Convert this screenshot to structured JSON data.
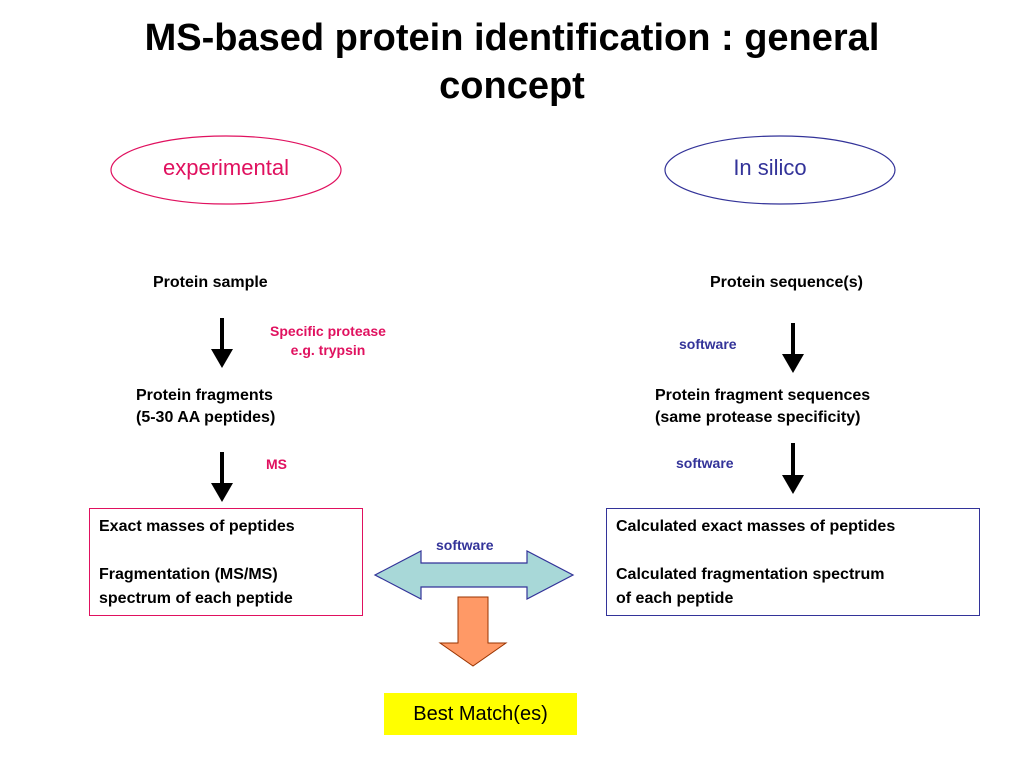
{
  "title": {
    "line1": "MS-based protein identification : general",
    "line2": "concept"
  },
  "colors": {
    "experimental": "#e0115f",
    "insilico": "#333399",
    "arrow": "#000000",
    "double_arrow_fill": "#a8d8d8",
    "double_arrow_stroke": "#333399",
    "down_arrow_fill": "#ff9966",
    "best_bg": "#ffff00"
  },
  "left": {
    "ellipse": "experimental",
    "sample": "Protein sample",
    "protease_line1": "Specific protease",
    "protease_line2": "e.g. trypsin",
    "fragments_line1": "Protein fragments",
    "fragments_line2": "(5-30 AA peptides)",
    "ms": "MS",
    "box_line1": "Exact masses of peptides",
    "box_line2": "Fragmentation (MS/MS)",
    "box_line3": "spectrum  of each peptide"
  },
  "right": {
    "ellipse": "In silico",
    "sequences": "Protein sequence(s)",
    "software1": "software",
    "fragments_line1": "Protein fragment sequences",
    "fragments_line2": "(same protease specificity)",
    "software2": "software",
    "box_line1": "Calculated exact masses of peptides",
    "box_line2": "Calculated fragmentation spectrum",
    "box_line3": "of each peptide"
  },
  "center": {
    "software": "software",
    "best_match": "Best Match(es)"
  }
}
